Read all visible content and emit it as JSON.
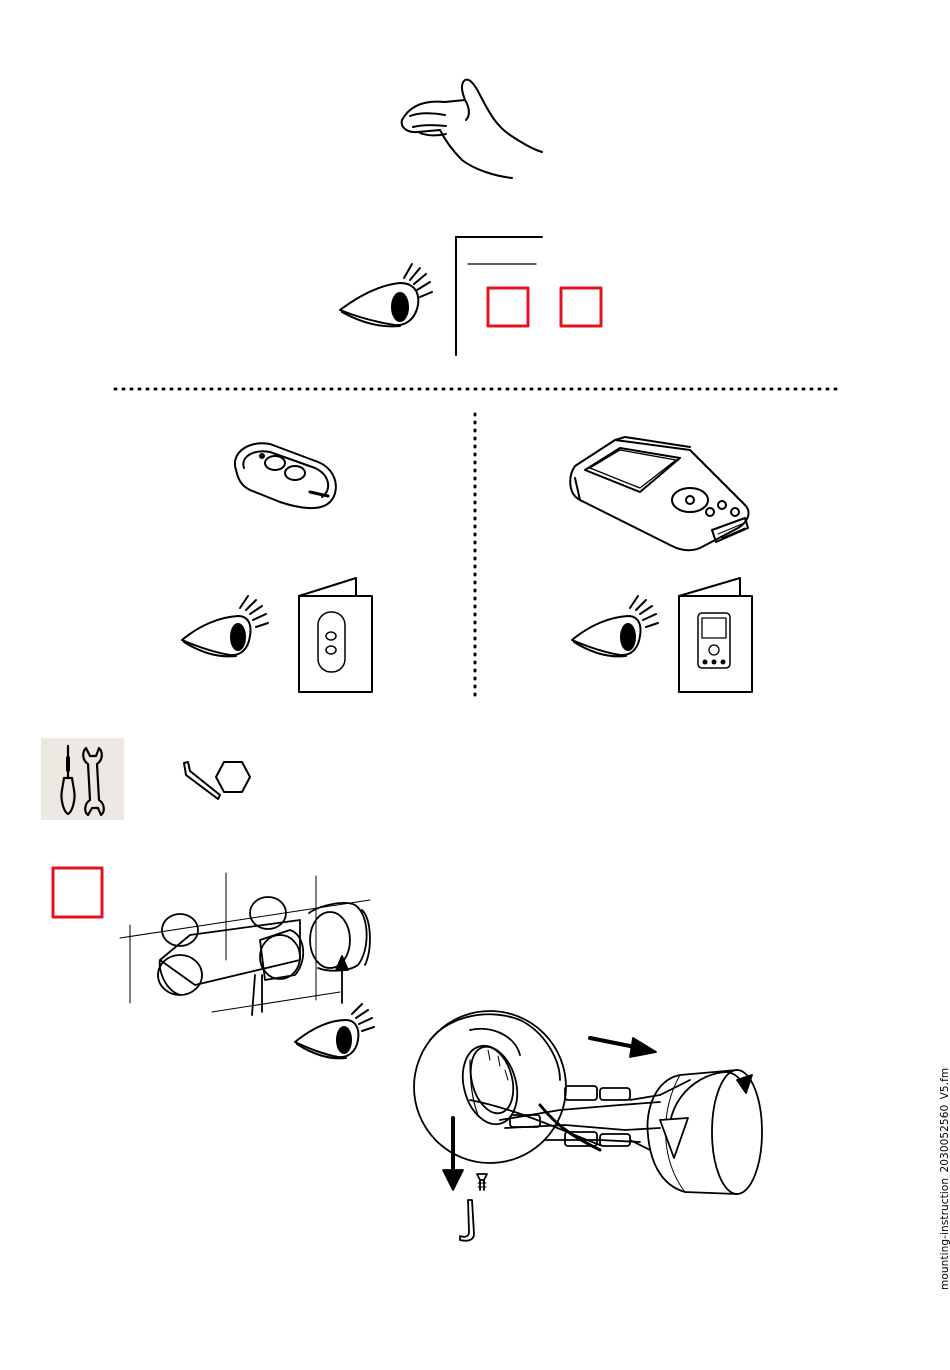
{
  "footer": {
    "filename": "mounting-instruction_20300525​60_V5.fm"
  },
  "colors": {
    "ink": "#000000",
    "marker": "#e0141e",
    "tool_bg": "#ece9e2"
  },
  "icons": {
    "hand": "hand-icon",
    "eye": "eye-icon",
    "remote": "remote-control",
    "programmer": "programming-device",
    "booklet": "manual-booklet-icon",
    "tools": "tools-icon",
    "hex_key": "hex-key-icon",
    "hex_size": "hexagon-icon",
    "marker": "red-square-marker"
  }
}
